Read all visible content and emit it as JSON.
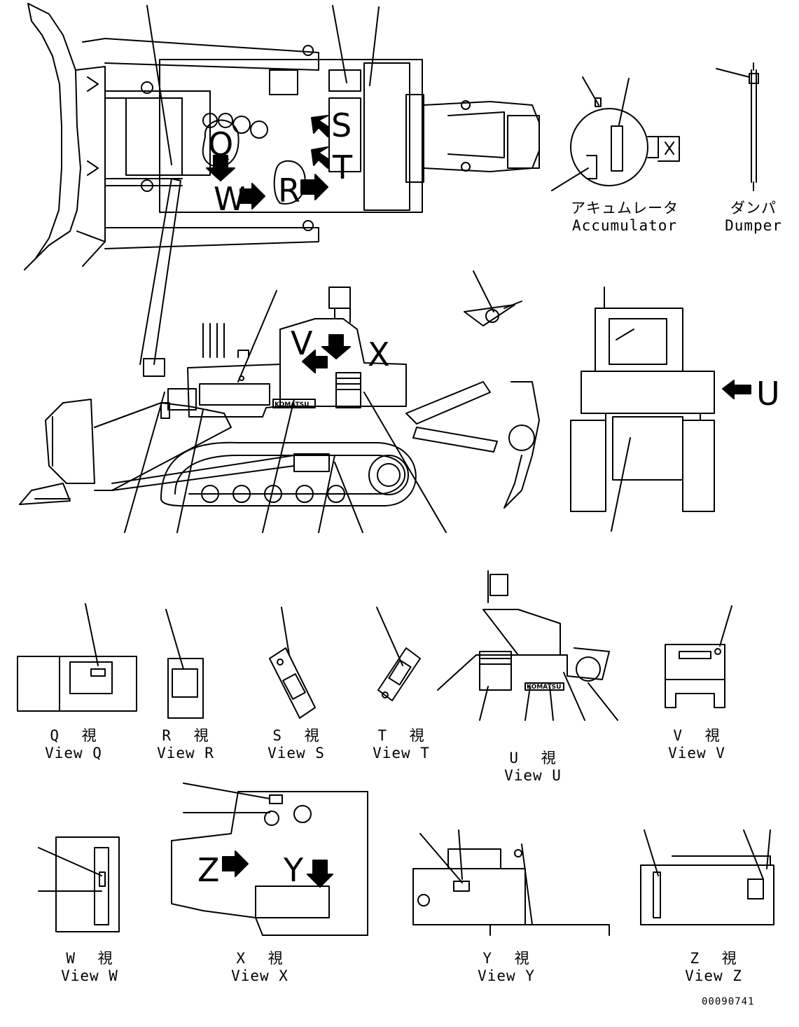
{
  "callout_letters": {
    "q": "Q",
    "r": "R",
    "s": "S",
    "t": "T",
    "w": "W",
    "v": "V",
    "x": "X",
    "u": "U",
    "z": "Z",
    "y": "Y"
  },
  "brand_logo": "KOMATSU",
  "parts": {
    "accumulator": {
      "jp": "アキュムレータ",
      "en": "Accumulator"
    },
    "dumper": {
      "jp": "ダンパ",
      "en": "Dumper"
    }
  },
  "views": {
    "q": {
      "jp": "Q 視",
      "en": "View Q"
    },
    "r": {
      "jp": "R 視",
      "en": "View R"
    },
    "s": {
      "jp": "S 視",
      "en": "View S"
    },
    "t": {
      "jp": "T 視",
      "en": "View T"
    },
    "u": {
      "jp": "U 視",
      "en": "View U"
    },
    "v": {
      "jp": "V 視",
      "en": "View V"
    },
    "w": {
      "jp": "W 視",
      "en": "View W"
    },
    "x": {
      "jp": "X 視",
      "en": "View X"
    },
    "y": {
      "jp": "Y 視",
      "en": "View Y"
    },
    "z": {
      "jp": "Z 視",
      "en": "View Z"
    }
  },
  "drawing_number": "00090741"
}
